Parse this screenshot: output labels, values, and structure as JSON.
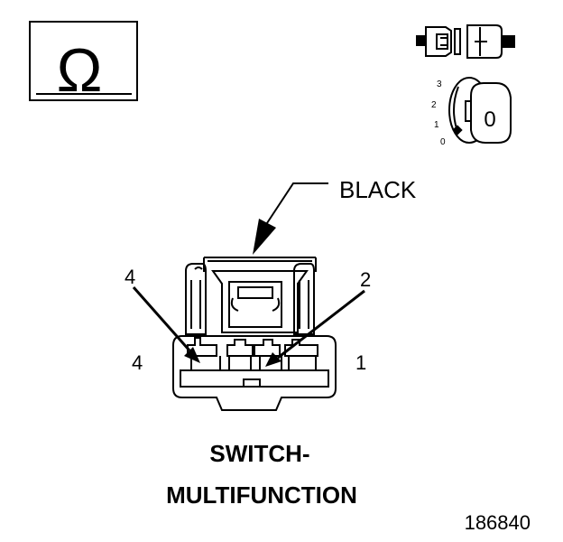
{
  "icons": {
    "meter_mode": "ohm-meter-icon",
    "connector_disconnected": "connector-disconnected-icon",
    "ignition": "ignition-key-icon"
  },
  "ohm_symbol": "Ω",
  "ignition_positions": [
    "3",
    "2",
    "1",
    "0"
  ],
  "key_label": "0",
  "connector": {
    "color_label": "BLACK",
    "callout_left": "4",
    "callout_right": "2",
    "side_left": "4",
    "side_right": "1"
  },
  "title": {
    "line1": "SWITCH-",
    "line2": "MULTIFUNCTION"
  },
  "figure_number": "186840"
}
